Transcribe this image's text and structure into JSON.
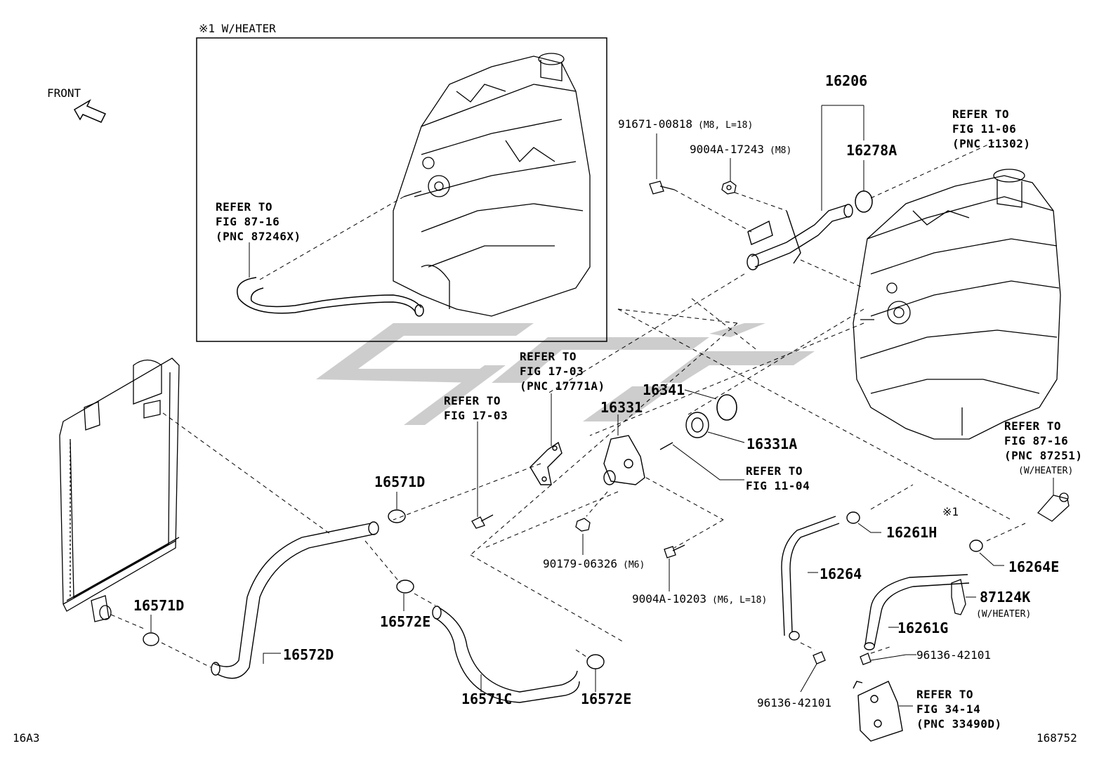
{
  "diagram": {
    "inset_title": "※1 W/HEATER",
    "front_label": "FRONT",
    "figure_code": "16A3",
    "illustration_number": "168752",
    "watermark_colors": {
      "primary": "#c8c8c8"
    },
    "refs": {
      "ref_87_16_inset": "REFER TO\nFIG 87-16\n(PNC 87246X)",
      "ref_11_06": "REFER TO\nFIG 11-06\n(PNC 11302)",
      "ref_17_03_a": "REFER TO\nFIG 17-03\n(PNC 17771A)",
      "ref_17_03_b": "REFER TO\nFIG 17-03",
      "ref_11_04": "REFER TO\nFIG 11-04",
      "ref_87_16_right": "REFER TO\nFIG 87-16\n(PNC 87251)",
      "ref_87_16_right_note": "(W/HEATER)",
      "ref_34_14": "REFER TO\nFIG 34-14\n(PNC 33490D)"
    },
    "parts": {
      "p16206": "16206",
      "p16278A": "16278A",
      "p91671": "91671-00818",
      "p91671_spec": "(M8, L=18)",
      "p9004A_17243": "9004A-17243",
      "p9004A_17243_spec": "(M8)",
      "p16341": "16341",
      "p16331": "16331",
      "p16331A": "16331A",
      "p90179": "90179-06326",
      "p90179_spec": "(M6)",
      "p9004A_10203": "9004A-10203",
      "p9004A_10203_spec": "(M6, L=18)",
      "p16571D_a": "16571D",
      "p16571D_b": "16571D",
      "p16572D": "16572D",
      "p16572E_a": "16572E",
      "p16572E_b": "16572E",
      "p16571C": "16571C",
      "p16261H": "16261H",
      "p16264": "16264",
      "p16264E": "16264E",
      "p87124K": "87124K",
      "p87124K_note": "(W/HEATER)",
      "p16261G": "16261G",
      "p96136_a": "96136-42101",
      "p96136_b": "96136-42101",
      "star1": "※1"
    }
  }
}
